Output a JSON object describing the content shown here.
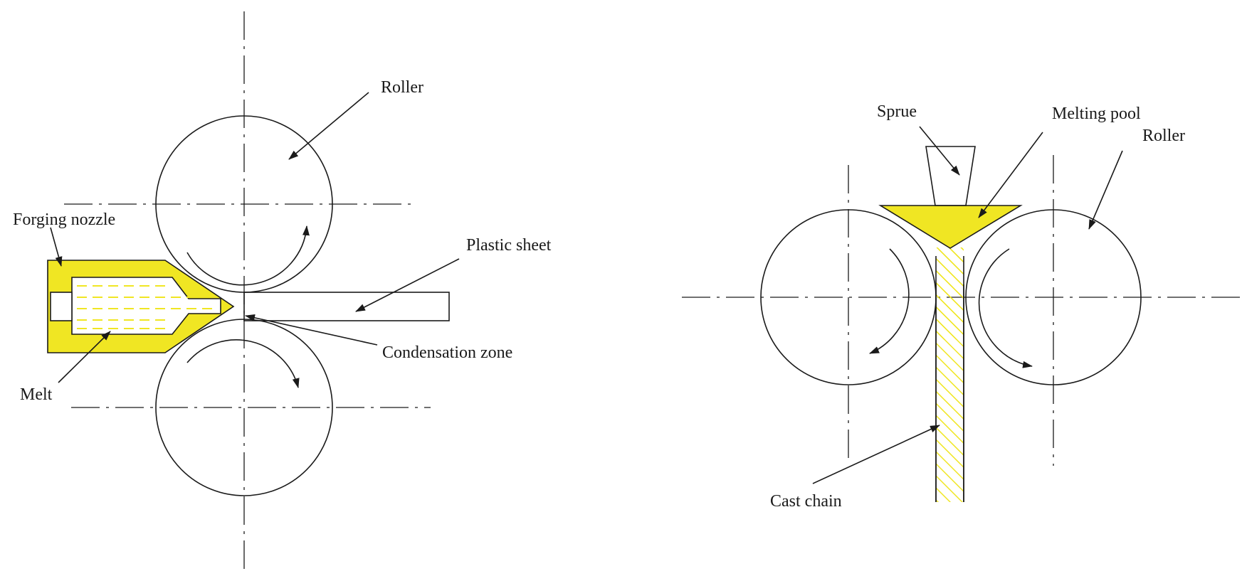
{
  "left_diagram": {
    "labels": {
      "roller": "Roller",
      "forging_nozzle": "Forging nozzle",
      "plastic_sheet": "Plastic sheet",
      "condensation_zone": "Condensation zone",
      "melt": "Melt"
    }
  },
  "right_diagram": {
    "labels": {
      "sprue": "Sprue",
      "melting_pool": "Melting pool",
      "roller": "Roller",
      "cast_chain": "Cast chain"
    }
  },
  "colors": {
    "fill_yellow": "#f0e623",
    "line": "#1a1a1a",
    "background": "#ffffff"
  }
}
